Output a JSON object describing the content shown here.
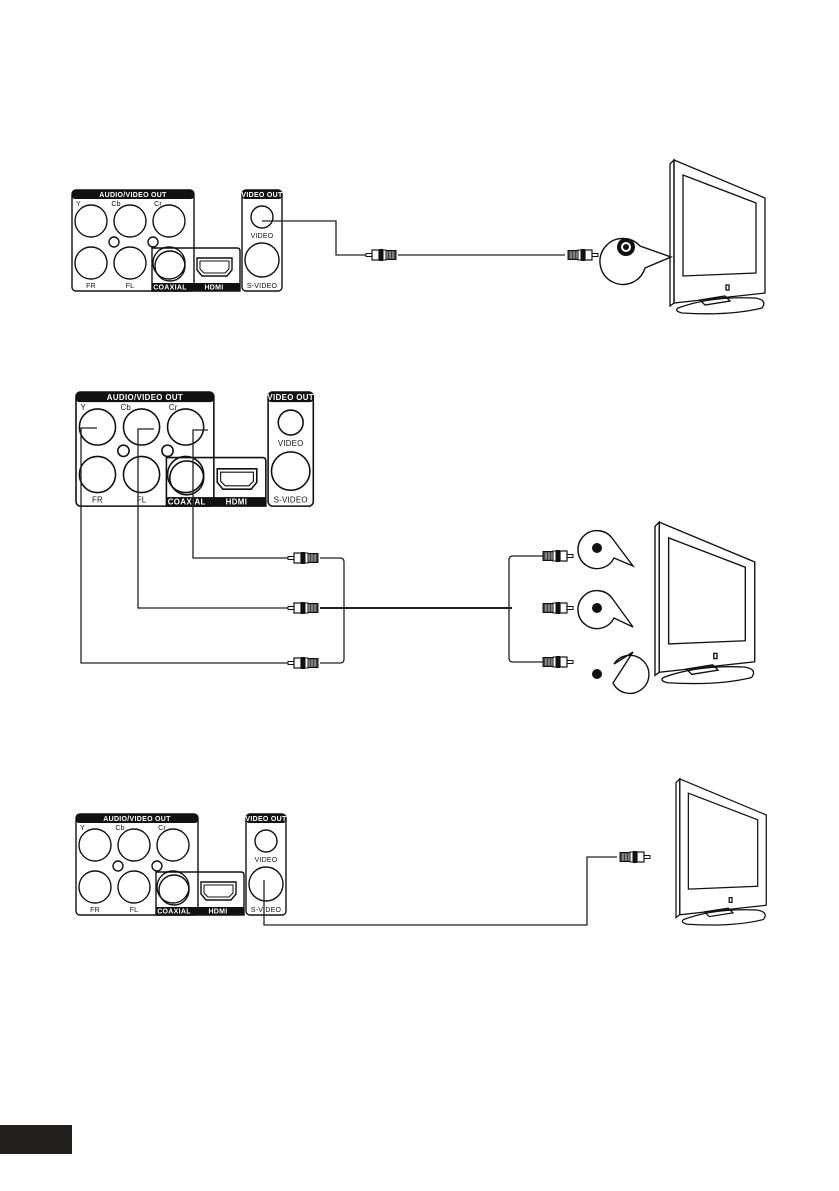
{
  "page": {
    "background": "#ffffff",
    "ink": "#111111",
    "tab_color": "#231f1e"
  },
  "panel": {
    "av_header": "AUDIO/VIDEO OUT",
    "video_header": "VIDEO OUT",
    "jack_labels": {
      "y": "Y",
      "cb": "Cb",
      "cr": "Cr",
      "fr": "FR",
      "fl": "FL"
    },
    "coaxial_label": "COAXIAL",
    "hdmi_label": "HDMI",
    "video_label": "VIDEO",
    "svideo_label": "S-VIDEO"
  },
  "diagrams": [
    {
      "id": "composite-video-connection",
      "source_jacks": [
        "VIDEO"
      ],
      "plugs_player_side": 1,
      "plugs_tv_side": 1,
      "tv_callouts": 1
    },
    {
      "id": "component-video-connection",
      "source_jacks": [
        "Y",
        "Cb",
        "Cr"
      ],
      "plugs_player_side": 3,
      "plugs_tv_side": 3,
      "tv_callouts": 3
    },
    {
      "id": "s-video-connection",
      "source_jacks": [
        "S-VIDEO"
      ],
      "plugs_player_side": 0,
      "plugs_tv_side": 1,
      "tv_callouts": 0
    }
  ]
}
